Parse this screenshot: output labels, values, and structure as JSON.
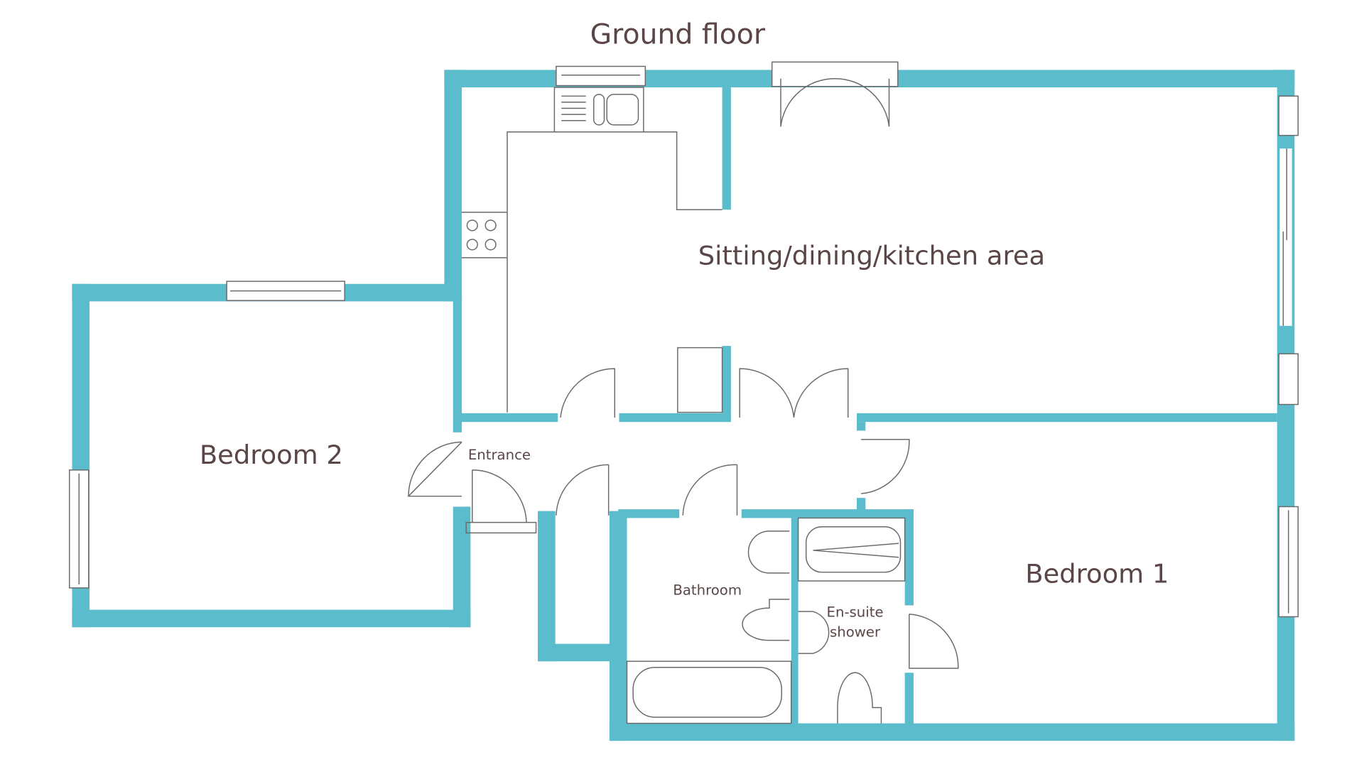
{
  "title": "Ground floor",
  "rooms": {
    "sitting": "Sitting/dining/kitchen area",
    "bedroom2": "Bedroom 2",
    "entrance": "Entrance",
    "bathroom": "Bathroom",
    "ensuite_line1": "En-suite",
    "ensuite_line2": "shower",
    "bedroom1": "Bedroom 1"
  },
  "colors": {
    "wall": "#5bbccb",
    "text": "#5a4646"
  }
}
